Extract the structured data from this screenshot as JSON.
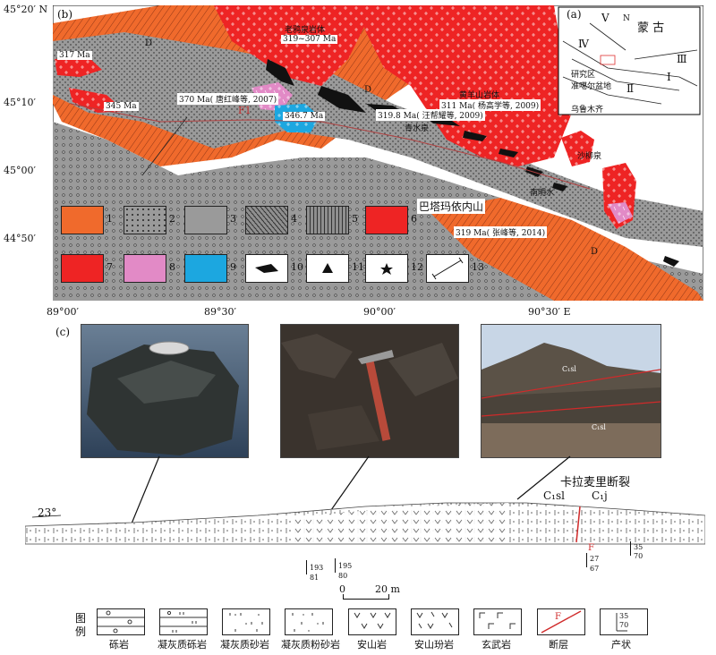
{
  "panel_labels": {
    "b": "(b)",
    "a": "(a)",
    "c": "(c)"
  },
  "lat_labels": [
    "45°20′ N",
    "45°10′",
    "45°00′",
    "44°50′"
  ],
  "lon_labels": [
    "89°00′",
    "89°30′",
    "90°00′",
    "90°30′ E"
  ],
  "map_text": {
    "laoyaoquan": "老鸦泉岩体",
    "laoyaoquan_age": "319~307 Ma",
    "huangyangshan": "黄羊山岩体",
    "huangyangshan_age": "311 Ma( 杨高学等, 2009)",
    "age_317": "317 Ma",
    "age_345": "345 Ma",
    "age_370": "370 Ma( 唐红峰等, 2007)",
    "age_3467": "346.7 Ma",
    "age_3198": "319.8 Ma( 汪帮耀等, 2009)",
    "age_319": "319 Ma( 张峰等, 2014)",
    "qingshuiquan": "青水泉",
    "shaliuquan": "沙柳泉",
    "nanmingshui": "南明水",
    "batamayineishan": "巴塔玛依内山",
    "fault_f1": "F1",
    "dev_d": "D"
  },
  "inset": {
    "mongolia": "蒙 古",
    "north": "N",
    "study_area": "研究区",
    "junggar": "准噶尔盆地",
    "urumqi": "乌鲁木齐",
    "roman": [
      "Ⅴ",
      "Ⅳ",
      "Ⅲ",
      "Ⅱ",
      "Ⅰ"
    ]
  },
  "map_legend": [
    "1",
    "2",
    "3",
    "4",
    "5",
    "6",
    "7",
    "8",
    "9",
    "10",
    "11",
    "12",
    "13"
  ],
  "section": {
    "fault_name": "卡拉麦里断裂",
    "unit_left": "C₁sl",
    "unit_right": "C₁j",
    "dip_angle": "23°",
    "att1_top": "193",
    "att1_bot": "81",
    "att2_top": "195",
    "att2_bot": "80",
    "att3_top": "27",
    "att3_bot": "67",
    "att4_top": "35",
    "att4_bot": "70",
    "fault_letter": "F",
    "scale_0": "0",
    "scale_20": "20 m"
  },
  "photo3": {
    "upper": "C₁sl",
    "lower": "C₁sl"
  },
  "bottom_legend": {
    "title": "图\n例",
    "items": [
      "砾岩",
      "凝灰质砾岩",
      "凝灰质砂岩",
      "凝灰质粉砂岩",
      "安山岩",
      "安山玢岩",
      "玄武岩",
      "断层",
      "产状"
    ],
    "attitude_sample_top": "35",
    "attitude_sample_bot": "70",
    "fault_sample_letter": "F"
  },
  "colors": {
    "orange": "#f06a2c",
    "gray": "#8f8f8f",
    "red": "#ee2424",
    "pink": "#e28ac6",
    "blue": "#1ca7e0",
    "black": "#111111"
  }
}
